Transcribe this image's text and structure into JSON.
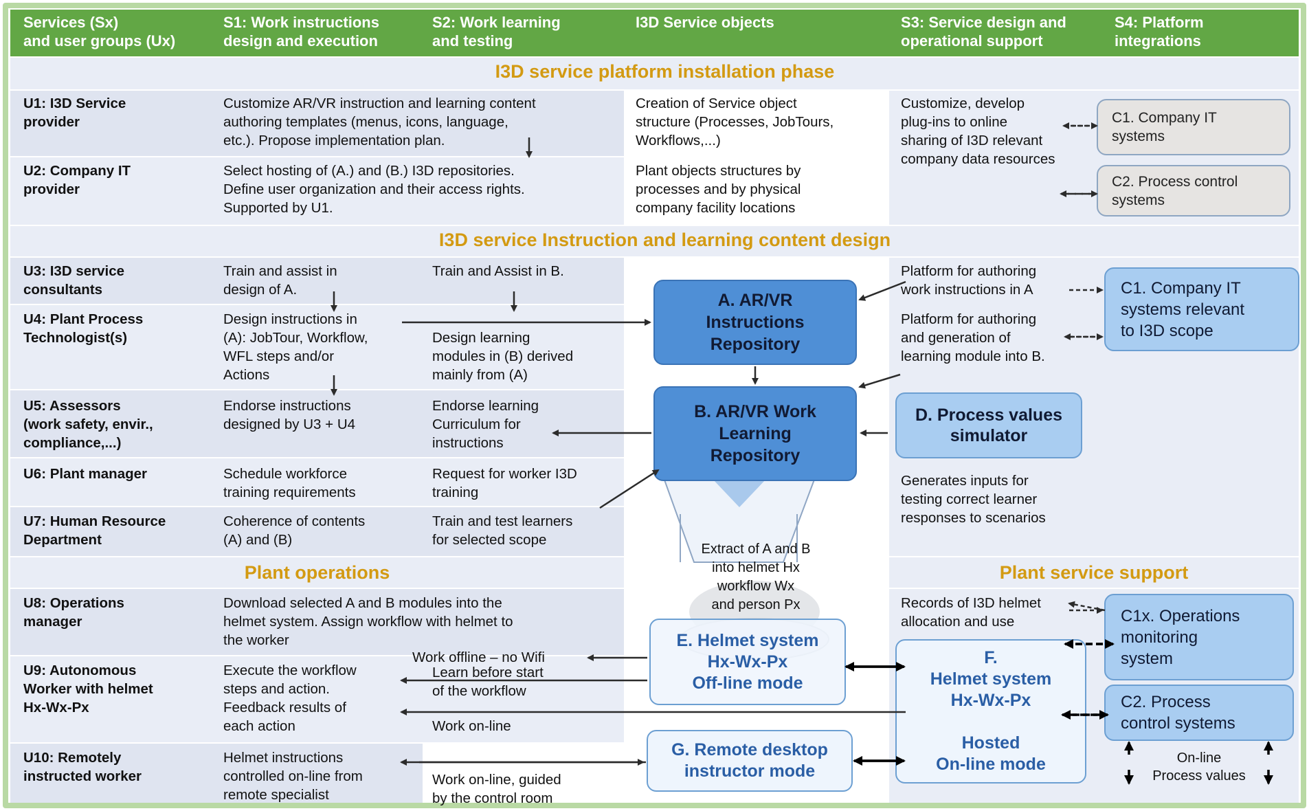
{
  "header": {
    "col0": "Services (Sx)\nand user groups (Ux)",
    "col1": "S1: Work instructions\ndesign and execution",
    "col2": "S2: Work learning\nand testing",
    "col3": "I3D Service objects",
    "col4": "S3: Service design and\noperational support",
    "col5": "S4: Platform\nintegrations"
  },
  "sections": {
    "installation": "I3D service platform installation phase",
    "content_design": "I3D service Instruction and learning content design",
    "plant_operations": "Plant operations",
    "plant_service_support": "Plant service support"
  },
  "rows": [
    {
      "user": "U1: I3D Service\nprovider",
      "s1": "Customize AR/VR instruction and learning content\nauthoring templates (menus, icons, language,\netc.). Propose implementation plan.",
      "objects": "Creation of Service object\nstructure (Processes, JobTours,\nWorkflows,...)",
      "s3": "Customize, develop\nplug-ins to online\nsharing of I3D relevant\ncompany data resources"
    },
    {
      "user": "U2: Company IT\nprovider",
      "s1": "Select hosting of (A.) and (B.) I3D repositories.\nDefine user organization and their access rights.\nSupported by U1.",
      "objects": "Plant objects structures by\nprocesses and by physical\ncompany facility locations"
    },
    {
      "user": "U3: I3D service\nconsultants",
      "s1": "Train and assist in\ndesign of A.",
      "s2": "Train and Assist in B.",
      "s3": "Platform for authoring\nwork instructions in A"
    },
    {
      "user": "U4: Plant Process\nTechnologist(s)",
      "s1": "Design instructions in\n(A): JobTour, Workflow,\nWFL steps and/or\nActions",
      "s2": "Design learning\nmodules in (B) derived\nmainly from  (A)",
      "s3": "Platform for authoring\nand generation of\nlearning module into B."
    },
    {
      "user": "U5: Assessors\n(work safety, envir.,\ncompliance,...)",
      "s1": "Endorse instructions\ndesigned by U3 + U4",
      "s2": "Endorse learning\nCurriculum for\ninstructions"
    },
    {
      "user": "U6: Plant manager",
      "s1": "Schedule workforce\ntraining requirements",
      "s2": "Request for worker I3D\ntraining",
      "s3": "Generates inputs for\ntesting correct learner\nresponses to scenarios"
    },
    {
      "user": "U7: Human Resource\nDepartment",
      "s1": "Coherence of contents\n(A) and (B)",
      "s2": "Train and test learners\nfor selected scope"
    },
    {
      "user": "U8: Operations\nmanager",
      "s1": "Download selected A and B modules into the\nhelmet system. Assign workflow with helmet to\nthe worker",
      "s3": "Records of I3D helmet\nallocation and use"
    },
    {
      "user": "U9: Autonomous\nWorker with helmet\nHx-Wx-Px",
      "s1": "Execute the workflow\nsteps and action.\nFeedback results of\neach action"
    },
    {
      "user": "U10: Remotely\ninstructed worker",
      "s1": "Helmet instructions\ncontrolled on-line from\nremote specialist"
    }
  ],
  "boxes": {
    "A": "A. AR/VR\nInstructions\nRepository",
    "B": "B. AR/VR Work\nLearning\nRepository",
    "D": "D. Process values\nsimulator",
    "E": "E. Helmet system\nHx-Wx-Px\nOff-line mode",
    "F": "F.\nHelmet system\nHx-Wx-Px\n\nHosted\nOn-line mode",
    "G": "G. Remote desktop\ninstructor mode",
    "C1_top": "C1. Company IT\nsystems",
    "C2_top": "C2. Process control\nsystems",
    "C1_mid": "C1. Company IT\nsystems relevant\nto I3D scope",
    "C1x": "C1x. Operations\nmonitoring\nsystem",
    "C2_bot": "C2. Process\ncontrol systems"
  },
  "annotations": {
    "extract": "Extract of A and B\ninto helmet Hx\nworkflow Wx\nand person Px",
    "work_offline": "Work offline – no Wifi",
    "learn_before": "Learn before start\nof the workflow",
    "work_online": "Work on-line",
    "work_online_guided": "Work on-line, guided\nby the control room",
    "process_values": "On-line\nProcess values"
  },
  "colors": {
    "header": "#62a745",
    "section": "#d39a12",
    "dark_box": "#4f8fd6",
    "light_box": "#a9cdf1"
  }
}
